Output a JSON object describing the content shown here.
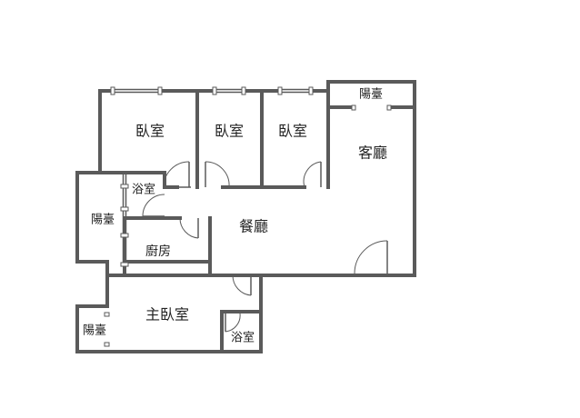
{
  "rooms": {
    "bedroom_1": "臥室",
    "bedroom_2": "臥室",
    "bedroom_3": "臥室",
    "balcony_top": "陽臺",
    "living_room": "客廳",
    "bathroom_1": "浴室",
    "balcony_left": "陽臺",
    "dining_room": "餐廳",
    "kitchen": "廚房",
    "master_bedroom": "主臥室",
    "balcony_bottom": "陽臺",
    "bathroom_2": "浴室"
  }
}
